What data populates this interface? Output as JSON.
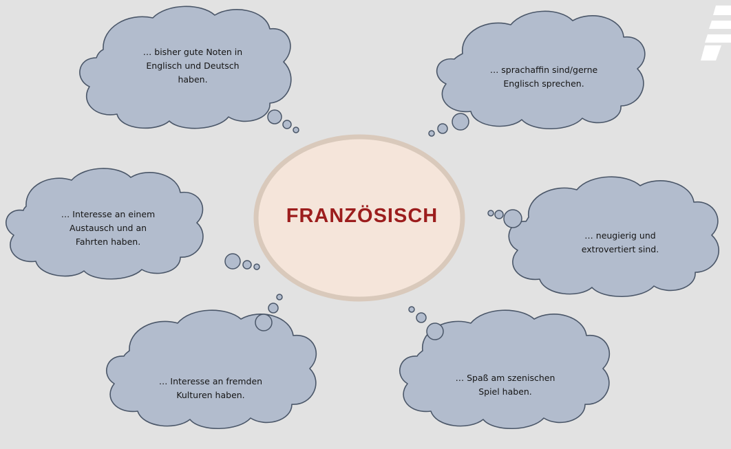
{
  "center": {
    "title": "FRANZÖSISCH"
  },
  "thoughts": [
    {
      "id": "noten",
      "text": "… bisher gute Noten in\nEnglisch und Deutsch\nhaben."
    },
    {
      "id": "sprachaffin",
      "text": "… sprachaffin sind/gerne\nEnglisch sprechen."
    },
    {
      "id": "austausch",
      "text": "… Interesse an einem\nAustausch und an\nFahrten haben."
    },
    {
      "id": "neugierig",
      "text": "… neugierig und\nextrovertiert sind."
    },
    {
      "id": "kulturen",
      "text": "… Interesse an fremden\nKulturen haben."
    },
    {
      "id": "spiel",
      "text": "… Spaß am szenischen\nSpiel haben."
    }
  ],
  "colors": {
    "background": "#e2e2e2",
    "cloud_fill": "#b2bccd",
    "cloud_stroke": "#4a5668",
    "center_fill": "#f5e5da",
    "center_ring": "#d9c9bb",
    "title": "#9c1d1d"
  }
}
